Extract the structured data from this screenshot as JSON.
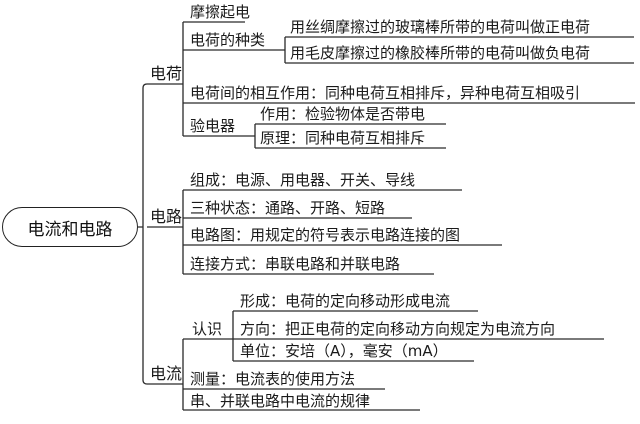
{
  "root": "电流和电路",
  "charge": {
    "label": "电荷",
    "rub": "摩擦起电",
    "kinds": {
      "label": "电荷的种类",
      "positive": "用丝绸摩擦过的玻璃棒所带的电荷叫做正电荷",
      "negative": "用毛皮摩擦过的橡胶棒所带的电荷叫做负电荷"
    },
    "interaction": "电荷间的相互作用：同种电荷互相排斥，异种电荷互相吸引",
    "electroscope": {
      "label": "验电器",
      "use": "作用：检验物体是否带电",
      "principle": "原理：同种电荷互相排斥"
    }
  },
  "circuit": {
    "label": "电路",
    "composition": "组成：电源、用电器、开关、导线",
    "states": "三种状态：通路、开路、短路",
    "diagram": "电路图：用规定的符号表示电路连接的图",
    "connection": "连接方式：串联电路和并联电路"
  },
  "current": {
    "label": "电流",
    "know": {
      "label": "认识",
      "formation": "形成：电荷的定向移动形成电流",
      "direction": "方向：把正电荷的定向移动方向规定为电流方向",
      "unit": "单位：安培（A），毫安（mA）"
    },
    "measure": "测量：电流表的使用方法",
    "rule": "串、并联电路中电流的规律"
  }
}
